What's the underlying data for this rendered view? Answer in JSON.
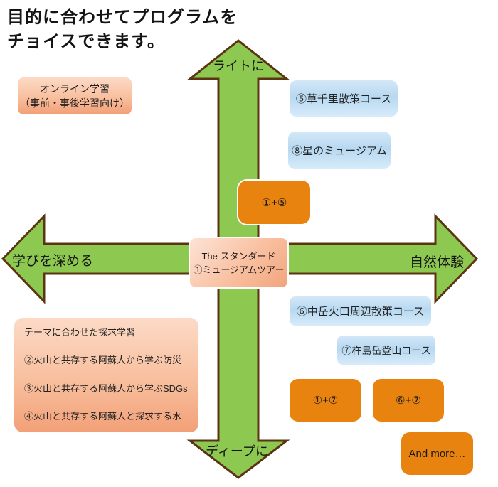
{
  "title": {
    "line1": "目的に合わせてプログラムを",
    "line2": "チョイスできます。"
  },
  "axes": {
    "top_label": "ライトに",
    "bottom_label": "ディープに",
    "left_label": "学びを深める",
    "right_label": "自然体験"
  },
  "boxes": {
    "online": {
      "line1": "オンライン学習",
      "line2": "（事前・事後学習向け）"
    },
    "course5": "⑤草千里散策コース",
    "museum8": "⑧星のミュージアム",
    "combo_1_5": "①+⑤",
    "center": {
      "line1": "The スタンダード",
      "line2": "①ミュージアムツアー"
    },
    "theme": {
      "header": "テーマに合わせた探求学習",
      "items": [
        "②火山と共存する阿蘇人から学ぶ防災",
        "③火山と共存する阿蘇人から学ぶSDGs",
        "④火山と共存する阿蘇人と探求する水"
      ]
    },
    "course6": "⑥中岳火口周辺散策コース",
    "course7": "⑦杵島岳登山コース",
    "combo_1_7": "①+⑦",
    "combo_6_7": "⑥+⑦",
    "more": "And more…"
  },
  "colors": {
    "arrow_green": "#8dc851",
    "arrow_outline": "#5b3411",
    "orange_box": "#e8830f",
    "peach_box_top": "#fcdac6",
    "peach_box_bottom": "#f2a077",
    "blue_box_top": "#d4e8f8",
    "blue_box_mid": "#b7d8f0",
    "background": "#ffffff"
  }
}
